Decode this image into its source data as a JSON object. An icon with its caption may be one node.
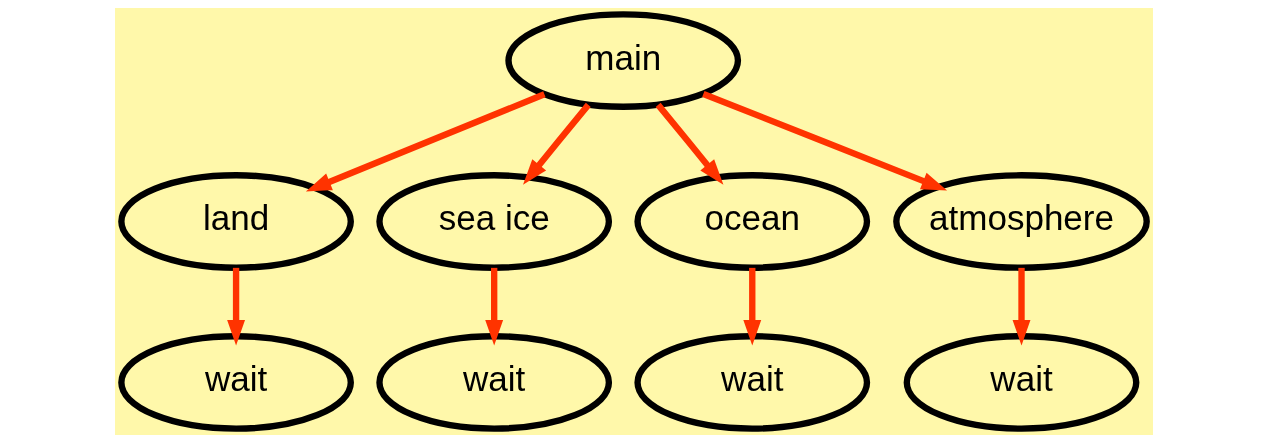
{
  "diagram": {
    "nodes": [
      {
        "text": [
          "main"
        ]
      },
      {
        "text": [
          "land"
        ]
      },
      {
        "text": [
          "sea ice"
        ]
      },
      {
        "text": [
          "ocean"
        ]
      },
      {
        "text": [
          "atmosphere"
        ]
      },
      {
        "text": [
          "wait"
        ]
      },
      {
        "text": [
          "wait"
        ]
      },
      {
        "text": [
          "wait"
        ]
      },
      {
        "text": [
          "wait"
        ]
      }
    ],
    "edges": [
      {
        "from": 0,
        "to": 1,
        "arrow": "to"
      },
      {
        "from": 0,
        "to": 2,
        "arrow": "to"
      },
      {
        "from": 0,
        "to": 3,
        "arrow": "to"
      },
      {
        "from": 0,
        "to": 4,
        "arrow": "to"
      },
      {
        "from": 1,
        "to": 5,
        "arrow": "to"
      },
      {
        "from": 2,
        "to": 6,
        "arrow": "to"
      },
      {
        "from": 3,
        "to": 7,
        "arrow": "to"
      },
      {
        "from": 4,
        "to": 8,
        "arrow": "to"
      }
    ]
  }
}
